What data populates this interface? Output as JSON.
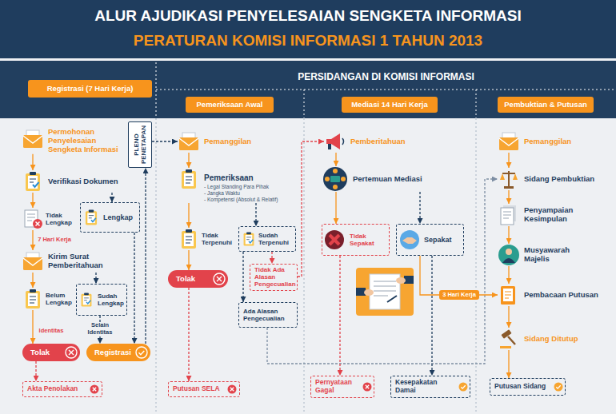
{
  "diagram": {
    "title": "ALUR AJUDIKASI PENYELESAIAN SENGKETA INFORMASI",
    "nodes": [
      {
        "text": [
          "Registrasi (7 Hari Kerja)"
        ]
      },
      {
        "text": [
          "Pemeriksaan Awal"
        ]
      },
      {
        "text": [
          "Mediasi 14 Hari Kerja"
        ]
      },
      {
        "text": [
          "Pembuktian & Putusan"
        ]
      },
      {
        "text": [
          "Permohonan Penyelesaian Sengketa Informasi"
        ]
      },
      {
        "text": [
          "Verifikasi Dokumen"
        ]
      },
      {
        "text": [
          "Tidak Lengkap"
        ]
      },
      {
        "text": [
          "Lengkap"
        ]
      },
      {
        "text": [
          "Kirim Surat Pemberitahuan"
        ]
      },
      {
        "text": [
          "Belum Lengkap"
        ]
      },
      {
        "text": [
          "Sudah Lengkap"
        ]
      },
      {
        "text": [
          "Tolak"
        ]
      },
      {
        "text": [
          "Registrasi"
        ]
      },
      {
        "text": [
          "Akta Penolakan"
        ]
      },
      {
        "text": [
          "PLENO PENETAPAN"
        ]
      },
      {
        "text": [
          "Pemanggilan"
        ]
      },
      {
        "text": [
          "Pemeriksaan",
          "- Legal Standing Para Pihak",
          "- Jangka Waktu",
          "- Kompetensi (Absolut & Relatif)"
        ]
      },
      {
        "text": [
          "Tidak Terpenuhi"
        ]
      },
      {
        "text": [
          "Sudah Terpenuhi"
        ]
      },
      {
        "text": [
          "Tolak"
        ]
      },
      {
        "text": [
          "Tidak Ada Alasan Pengecualian"
        ]
      },
      {
        "text": [
          "Ada Alasan Pengecualian"
        ]
      },
      {
        "text": [
          "Putusan SELA"
        ]
      },
      {
        "text": [
          "Pemberitahuan"
        ]
      },
      {
        "text": [
          "Pertemuan Mediasi"
        ]
      },
      {
        "text": [
          "Tidak Sepakat"
        ]
      },
      {
        "text": [
          "Sepakat"
        ]
      },
      {
        "text": [
          "Pernyataan Gagal"
        ]
      },
      {
        "text": [
          "Kesepakatan Damai"
        ]
      },
      {
        "text": [
          "Pemanggilan"
        ]
      },
      {
        "text": [
          "Sidang Pembuktian"
        ]
      },
      {
        "text": [
          "Penyampaian Kesimpulan"
        ]
      },
      {
        "text": [
          "Musyawarah Majelis"
        ]
      },
      {
        "text": [
          "Pembacaan Putusan"
        ]
      },
      {
        "text": [
          "Sidang Ditutup"
        ]
      },
      {
        "text": [
          "Putusan Sidang"
        ]
      }
    ],
    "edges": [
      {
        "from": 4,
        "to": 5,
        "arrow": "to"
      },
      {
        "from": 5,
        "to": 6,
        "arrow": "to"
      },
      {
        "from": 5,
        "to": 7,
        "arrow": "to"
      },
      {
        "from": 6,
        "to": 8,
        "label": "7 Hari Kerja",
        "arrow": "to"
      },
      {
        "from": 8,
        "to": 9,
        "arrow": "to"
      },
      {
        "from": 8,
        "to": 10,
        "arrow": "to"
      },
      {
        "from": 9,
        "to": 11,
        "label": "Identitas",
        "arrow": "to"
      },
      {
        "from": 10,
        "to": 12,
        "label": "Selain Identitas",
        "arrow": "to"
      },
      {
        "from": 7,
        "to": 12,
        "arrow": "to"
      },
      {
        "from": 11,
        "to": 13,
        "arrow": "to"
      },
      {
        "from": 12,
        "to": 14,
        "arrow": "to"
      },
      {
        "from": 14,
        "to": 15,
        "arrow": "to"
      },
      {
        "from": 15,
        "to": 16,
        "arrow": "to"
      },
      {
        "from": 16,
        "to": 17,
        "arrow": "to"
      },
      {
        "from": 16,
        "to": 18,
        "arrow": "to"
      },
      {
        "from": 17,
        "to": 19,
        "arrow": "to"
      },
      {
        "from": 19,
        "to": 22,
        "arrow": "to"
      },
      {
        "from": 18,
        "to": 20,
        "arrow": "to"
      },
      {
        "from": 18,
        "to": 21,
        "arrow": "to"
      },
      {
        "from": 20,
        "to": 23,
        "arrow": "to"
      },
      {
        "from": 21,
        "to": 30,
        "arrow": "to"
      },
      {
        "from": 23,
        "to": 24,
        "arrow": "to"
      },
      {
        "from": 24,
        "to": 25,
        "arrow": "to"
      },
      {
        "from": 24,
        "to": 26,
        "arrow": "to"
      },
      {
        "from": 25,
        "to": 27,
        "arrow": "to"
      },
      {
        "from": 26,
        "to": 28,
        "arrow": "to"
      },
      {
        "from": 26,
        "to": 33,
        "label": "3 Hari Kerja",
        "arrow": "to"
      },
      {
        "from": 29,
        "to": 30,
        "arrow": "to"
      },
      {
        "from": 30,
        "to": 31,
        "arrow": "to"
      },
      {
        "from": 31,
        "to": 32,
        "arrow": "to"
      },
      {
        "from": 32,
        "to": 33,
        "arrow": "to"
      },
      {
        "from": 33,
        "to": 34,
        "arrow": "to"
      },
      {
        "from": 34,
        "to": 35,
        "arrow": "to"
      }
    ],
    "labels": [
      "PERATURAN KOMISI INFORMASI 1 TAHUN 2013",
      "PERSIDANGAN DI KOMISI INFORMASI"
    ]
  }
}
